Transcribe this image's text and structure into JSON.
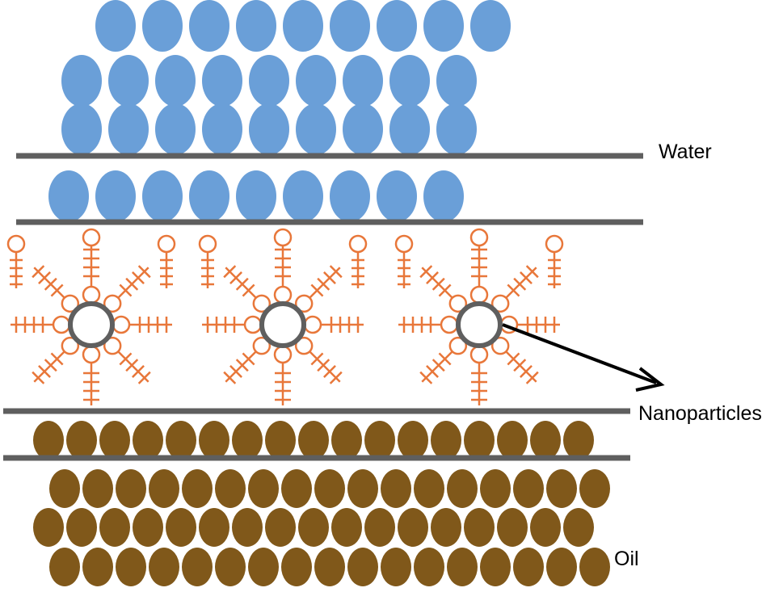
{
  "labels": {
    "water": "Water",
    "nanoparticles": "Nanoparticles",
    "oil": "Oil"
  },
  "colors": {
    "water": "#6a9fd8",
    "oil": "#80581a",
    "surfactant": "#e8773a",
    "interface_line": "#5f5f5f",
    "nanoparticle_outline": "#5f5f5f",
    "arrow": "#000000"
  },
  "counts": {
    "water_rows": [
      9,
      9,
      9,
      9
    ],
    "oil_rows": [
      17,
      17,
      17,
      17
    ],
    "nanoparticles": 3
  }
}
